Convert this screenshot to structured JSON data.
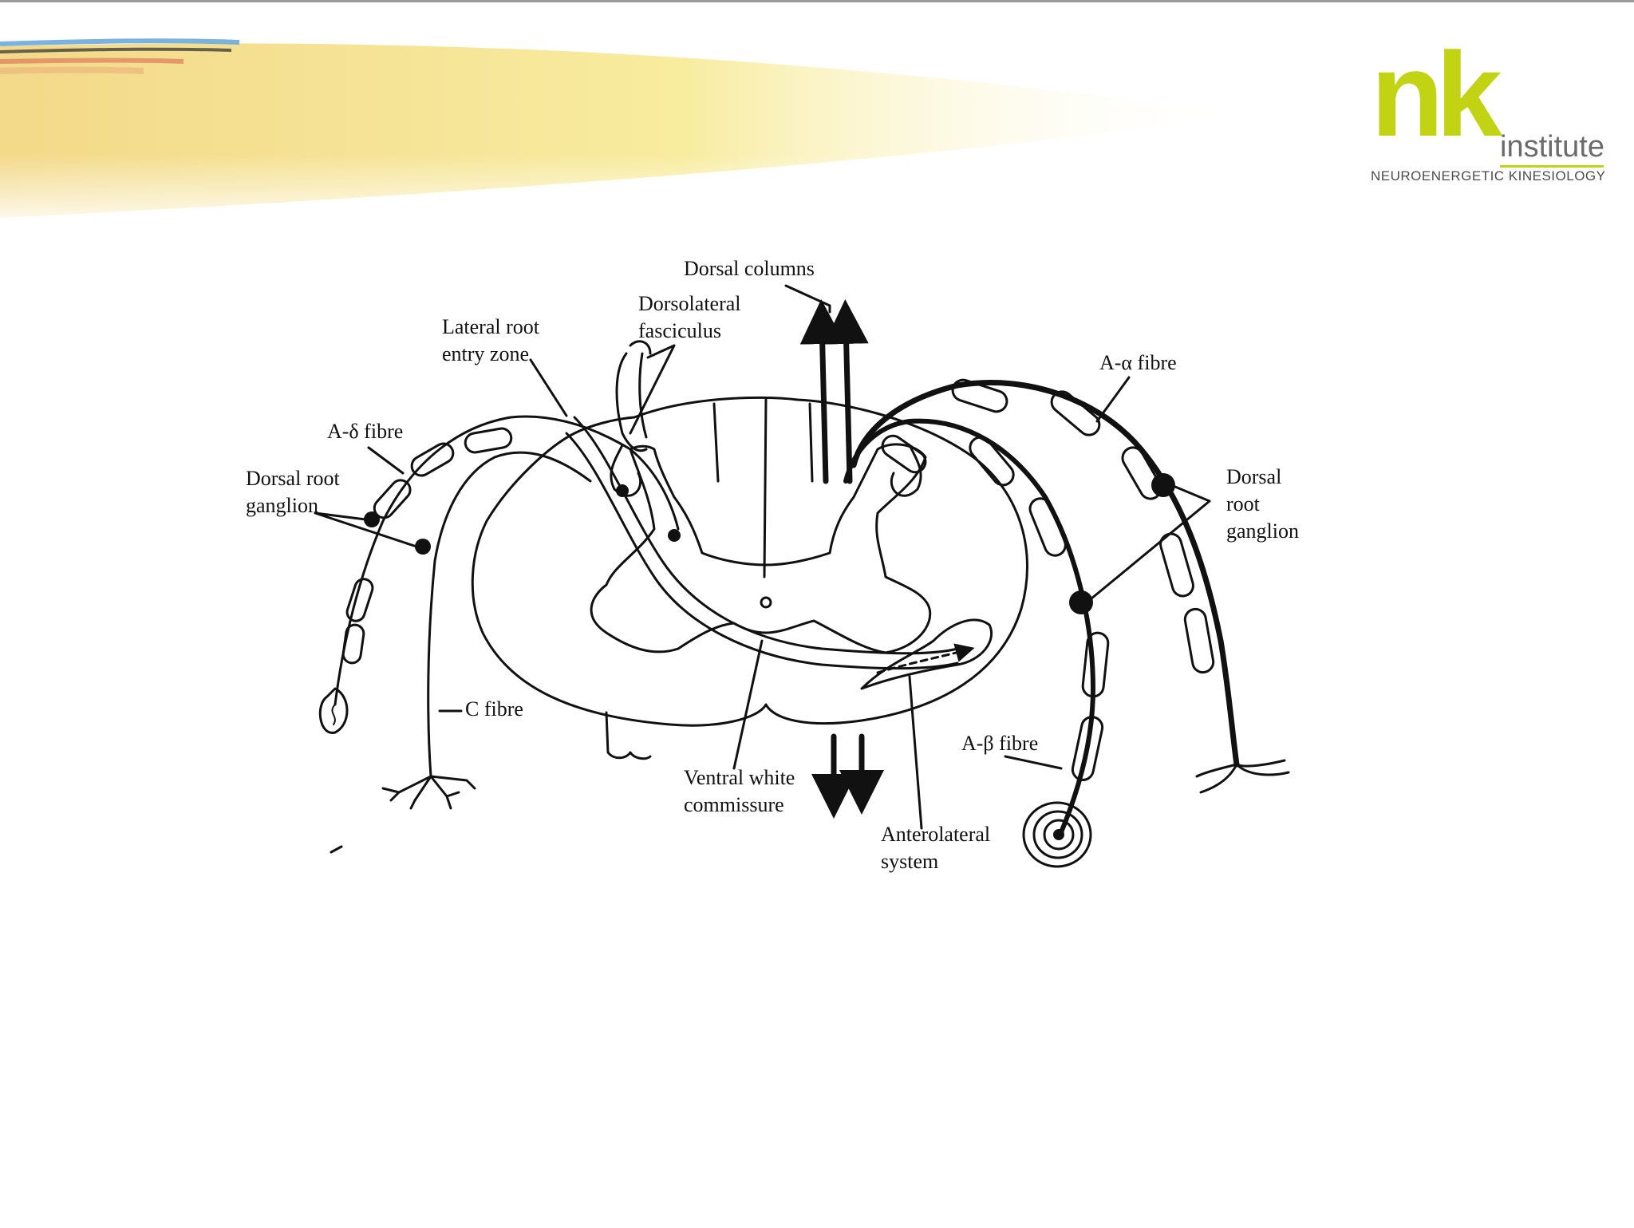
{
  "logo": {
    "mark": "nk",
    "word": "institute",
    "tagline": "NEUROENERGETIC KINESIOLOGY"
  },
  "colors": {
    "brand_green": "#c2d314",
    "banner_yellow": "#f7e79a",
    "line": "#111111"
  },
  "labels": {
    "dorsal_columns": "Dorsal columns",
    "dorsolateral_1": "Dorsolateral",
    "dorsolateral_2": "fasciculus",
    "lateral_root_1": "Lateral root",
    "lateral_root_2": "entry zone",
    "a_delta": "A-δ fibre",
    "drg_left_1": "Dorsal root",
    "drg_left_2": "ganglion",
    "a_alpha": "A-α fibre",
    "drg_right_1": "Dorsal",
    "drg_right_2": "root",
    "drg_right_3": "ganglion",
    "c_fibre": "C fibre",
    "a_beta": "A-β fibre",
    "ventral_1": "Ventral white",
    "ventral_2": "commissure",
    "anterolateral_1": "Anterolateral",
    "anterolateral_2": "system"
  }
}
